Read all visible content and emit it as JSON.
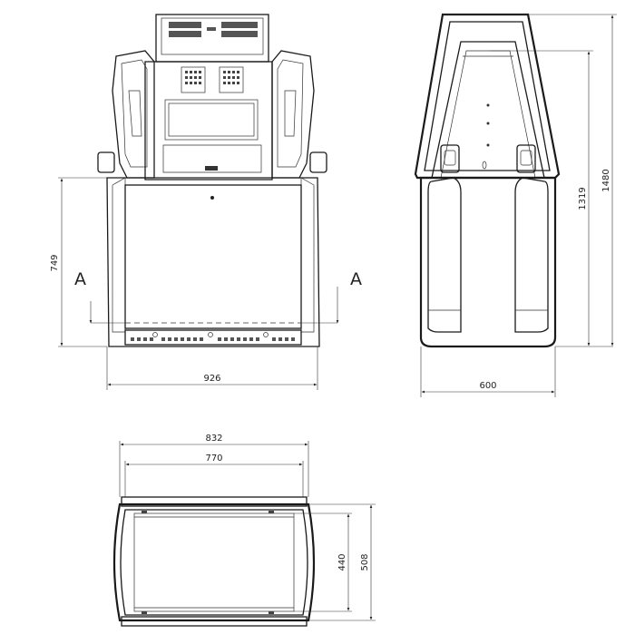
{
  "front_view": {
    "width_label": "926",
    "height_label": "749",
    "section_left": "A",
    "section_right": "A"
  },
  "side_view": {
    "width_label": "600",
    "inner_height_label": "1319",
    "total_height_label": "1480"
  },
  "top_view": {
    "outer_width_label": "832",
    "inner_width_label": "770",
    "inner_depth_label": "440",
    "outer_depth_label": "508"
  }
}
